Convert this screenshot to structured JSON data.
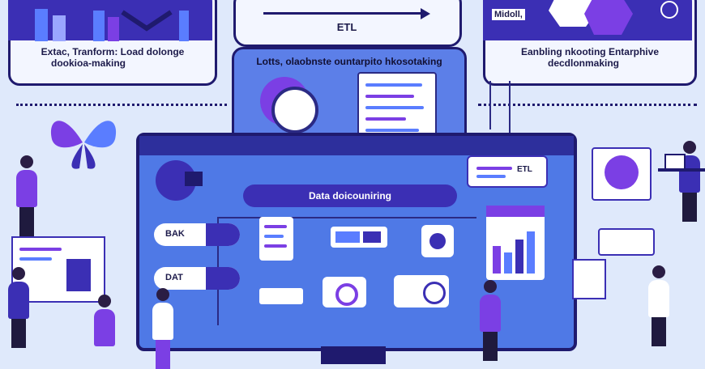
{
  "top_left_card": {
    "caption_line1": "Extac, Tranform: Load dolonge",
    "caption_line2": "dookioa-making"
  },
  "top_center_card": {
    "label": "ETL"
  },
  "top_right_card": {
    "badge": "Midoll,",
    "caption_line1": "Eanbling nkooting Entarphive",
    "caption_line2": "decdlonmaking"
  },
  "center_banner": {
    "caption": "Lotts, olaobnste ountarpito hkosotaking"
  },
  "main_screen": {
    "title": "Data doicouniring"
  },
  "side_card": {
    "label": "ETL"
  },
  "pills": {
    "left_top": "BAK",
    "left_bottom": "DAT"
  },
  "colors": {
    "primary": "#3b2fb4",
    "accent": "#7b3fe4",
    "blue": "#4e6fe3",
    "bg": "#dfe9fb"
  },
  "icons": [
    "bar-chart-icon",
    "heart-icon",
    "hexagon-icon",
    "arrow-right-icon",
    "pie-chart-icon",
    "document-icon",
    "gear-icon",
    "butterfly-icon",
    "person-icon",
    "laptop-icon"
  ]
}
